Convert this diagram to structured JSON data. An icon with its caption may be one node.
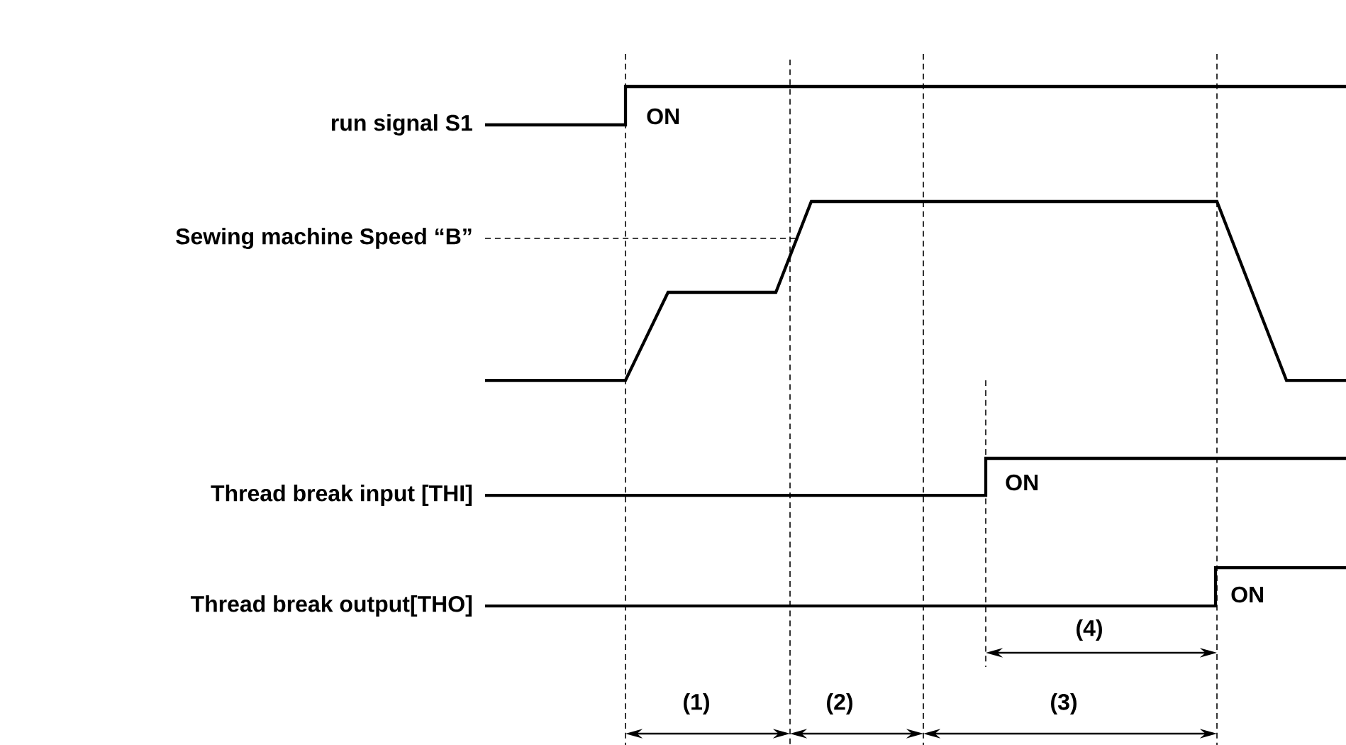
{
  "diagram": {
    "labels": [
      "run signal S1",
      "ON",
      "Sewing machine Speed “B”",
      "Thread break input [THI]",
      "ON",
      "Thread break output[THO]",
      "ON",
      "(4)",
      "(1)",
      "(2)",
      "(3)"
    ]
  }
}
